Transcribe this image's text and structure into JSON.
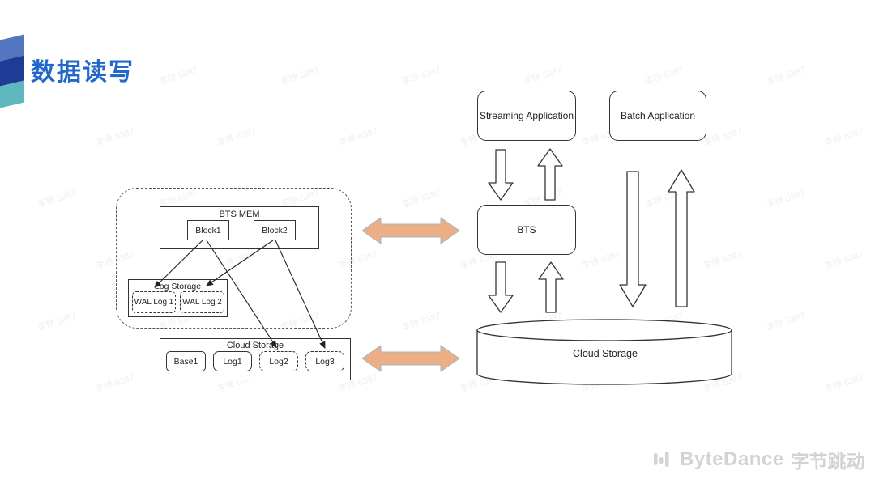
{
  "slide": {
    "title": "数据读写",
    "title_color": "#2268CB",
    "accent_colors": {
      "top": "#5377BE",
      "middle": "#1E3C96",
      "bottom": "#5FB8BF"
    }
  },
  "watermark": {
    "text": "李铮 6387"
  },
  "left_diagram": {
    "bts_mem": {
      "label": "BTS MEM",
      "blocks": [
        {
          "label": "Block1"
        },
        {
          "label": "Block2"
        }
      ]
    },
    "log_storage": {
      "label": "Log Storage",
      "logs": [
        {
          "label": "WAL Log 1"
        },
        {
          "label": "WAL Log 2"
        }
      ]
    },
    "cloud_storage": {
      "label": "Cloud Storage",
      "items": [
        {
          "label": "Base1",
          "border": "solid"
        },
        {
          "label": "Log1",
          "border": "solid"
        },
        {
          "label": "Log2",
          "border": "dashed"
        },
        {
          "label": "Log3",
          "border": "dashed"
        }
      ]
    },
    "arrows": [
      {
        "from": "Block1",
        "to": "WAL Log 1"
      },
      {
        "from": "Block2",
        "to": "WAL Log 2"
      },
      {
        "from": "Block1",
        "to": "Log2"
      },
      {
        "from": "Block2",
        "to": "Log3"
      }
    ]
  },
  "right_diagram": {
    "streaming_app": "Streaming Application",
    "batch_app": "Batch Application",
    "bts": "BTS",
    "cloud_storage": "Cloud Storage",
    "flows": [
      {
        "from": "Streaming Application",
        "to": "BTS",
        "bidirectional": true
      },
      {
        "from": "BTS",
        "to": "Cloud Storage",
        "bidirectional": true
      },
      {
        "from": "Batch Application",
        "to": "Cloud Storage",
        "bidirectional": true
      }
    ]
  },
  "connectors": {
    "horizontal_arrow_color": "#EBAE85",
    "outline_color": "#A8B4C6"
  },
  "footer": {
    "brand_en": "ByteDance",
    "brand_cn": "字节跳动"
  }
}
